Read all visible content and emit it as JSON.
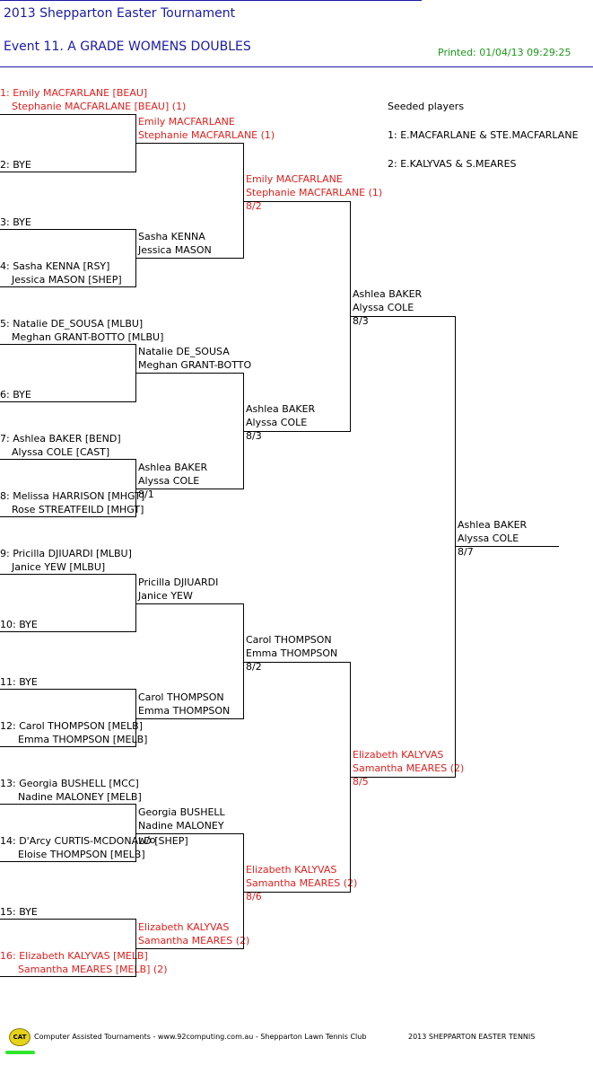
{
  "header": {
    "tournament": "2013 Shepparton Easter Tournament",
    "event": "Event 11. A GRADE WOMENS DOUBLES",
    "printed": "Printed: 01/04/13 09:29:25"
  },
  "seeds": {
    "title": "Seeded players",
    "s1": "1: E.MACFARLANE & STE.MACFARLANE",
    "s2": "2: E.KALYVAS & S.MEARES"
  },
  "r1": [
    {
      "a": "1: Emily MACFARLANE [BEAU]",
      "b": "Stephanie MACFARLANE [BEAU] (1)"
    },
    {
      "a": "2: BYE",
      "b": ""
    },
    {
      "a": "3: BYE",
      "b": ""
    },
    {
      "a": "4: Sasha KENNA [RSY]",
      "b": "Jessica MASON [SHEP]"
    },
    {
      "a": "5: Natalie DE_SOUSA [MLBU]",
      "b": "Meghan GRANT-BOTTO [MLBU]"
    },
    {
      "a": "6: BYE",
      "b": ""
    },
    {
      "a": "7: Ashlea BAKER [BEND]",
      "b": "Alyssa COLE [CAST]"
    },
    {
      "a": "8: Melissa HARRISON [MHGT]",
      "b": "Rose STREATFEILD [MHGT]"
    },
    {
      "a": "9: Pricilla DJIUARDI [MLBU]",
      "b": "Janice YEW [MLBU]"
    },
    {
      "a": "10: BYE",
      "b": ""
    },
    {
      "a": "11: BYE",
      "b": ""
    },
    {
      "a": "12: Carol THOMPSON [MELB]",
      "b": "Emma THOMPSON [MELB]"
    },
    {
      "a": "13: Georgia BUSHELL [MCC]",
      "b": "Nadine MALONEY [MELB]"
    },
    {
      "a": "14: D'Arcy CURTIS-MCDONALD [SHEP]",
      "b": "Eloise THOMPSON [MELB]"
    },
    {
      "a": "15: BYE",
      "b": ""
    },
    {
      "a": "16: Elizabeth KALYVAS [MELB]",
      "b": "Samantha MEARES [MELB] (2)"
    }
  ],
  "r2": [
    {
      "a": "Emily MACFARLANE",
      "b": "Stephanie MACFARLANE (1)",
      "s": ""
    },
    {
      "a": "Sasha KENNA",
      "b": "Jessica MASON",
      "s": ""
    },
    {
      "a": "Natalie DE_SOUSA",
      "b": "Meghan GRANT-BOTTO",
      "s": ""
    },
    {
      "a": "Ashlea BAKER",
      "b": "Alyssa COLE",
      "s": "8/1"
    },
    {
      "a": "Pricilla DJIUARDI",
      "b": "Janice YEW",
      "s": ""
    },
    {
      "a": "Carol THOMPSON",
      "b": "Emma THOMPSON",
      "s": ""
    },
    {
      "a": "Georgia BUSHELL",
      "b": "Nadine MALONEY",
      "s": "w/o"
    },
    {
      "a": "Elizabeth KALYVAS",
      "b": "Samantha MEARES (2)",
      "s": ""
    }
  ],
  "r3": [
    {
      "a": "Emily MACFARLANE",
      "b": "Stephanie MACFARLANE (1)",
      "s": "8/2"
    },
    {
      "a": "Ashlea BAKER",
      "b": "Alyssa COLE",
      "s": "8/3"
    },
    {
      "a": "Carol THOMPSON",
      "b": "Emma THOMPSON",
      "s": "8/2"
    },
    {
      "a": "Elizabeth KALYVAS",
      "b": "Samantha MEARES (2)",
      "s": "8/6"
    }
  ],
  "r4": [
    {
      "a": "Ashlea BAKER",
      "b": "Alyssa COLE",
      "s": "8/3"
    },
    {
      "a": "Elizabeth KALYVAS",
      "b": "Samantha MEARES (2)",
      "s": "8/5"
    }
  ],
  "final": {
    "a": "Ashlea BAKER",
    "b": "Alyssa COLE",
    "s": "8/7"
  },
  "footer": {
    "logo": "CAT",
    "text1": "Computer Assisted Tournaments - www.92computing.com.au  -  Shepparton Lawn Tennis Club",
    "text2": "2013 SHEPPARTON EASTER TENNIS"
  }
}
